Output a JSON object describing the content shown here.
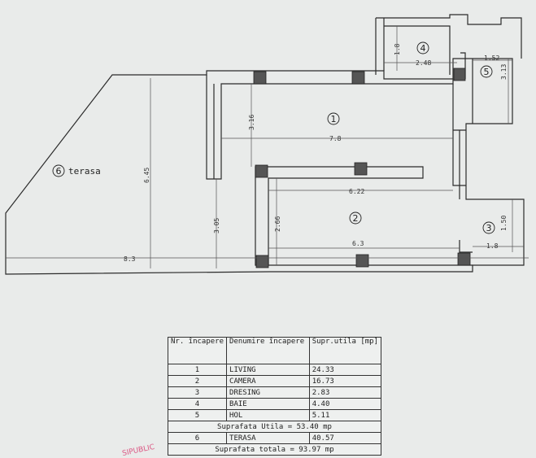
{
  "rooms": [
    {
      "id": "1"
    },
    {
      "id": "2"
    },
    {
      "id": "3"
    },
    {
      "id": "4"
    },
    {
      "id": "5"
    },
    {
      "id": "6",
      "label": "terasa"
    }
  ],
  "dimensions": {
    "overall_width": "8.3",
    "terrace_height": "6.45",
    "living_width": "7.8",
    "living_height": "3.16",
    "lower_height": "3.05",
    "room2_width": "6.22",
    "room2_inner_width": "6.3",
    "room2_height": "2.66",
    "bath_width": "2.48",
    "bath_height": "1.8",
    "hall_width": "1.52",
    "hall_height": "3.13",
    "dressing_width": "1.8",
    "dressing_height": "1.50"
  },
  "table": {
    "headers": {
      "nr": "Nr. încapere",
      "name": "Denumire încapere",
      "area": "Supr.utila [mp]"
    },
    "rows": [
      {
        "nr": "1",
        "name": "LIVING",
        "area": "24.33"
      },
      {
        "nr": "2",
        "name": "CAMERA",
        "area": "16.73"
      },
      {
        "nr": "3",
        "name": "DRESING",
        "area": "2.83"
      },
      {
        "nr": "4",
        "name": "BAIE",
        "area": "4.40"
      },
      {
        "nr": "5",
        "name": "HOL",
        "area": "5.11"
      }
    ],
    "useful_total": "Suprafata Utila = 53.40 mp",
    "terrace_row": {
      "nr": "6",
      "name": "TERASA",
      "area": "40.57"
    },
    "grand_total": "Suprafata totala = 93.97 mp"
  },
  "stamp": "SIPUBLIC"
}
